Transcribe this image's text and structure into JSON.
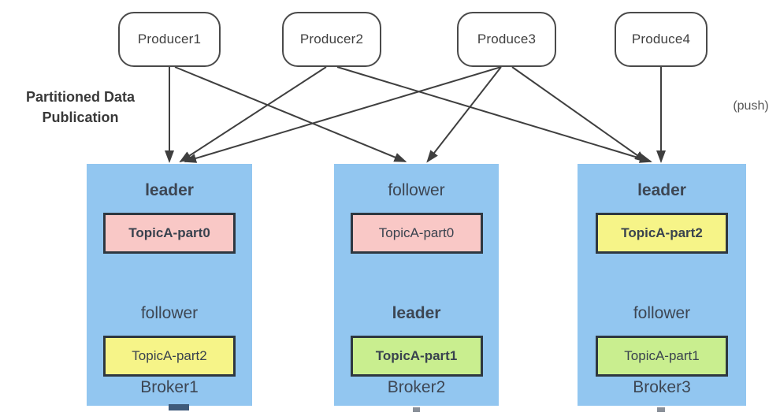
{
  "labels": {
    "partition_title_line1": "Partitioned Data",
    "partition_title_line2": "Publication",
    "push": "(push)"
  },
  "producers": [
    {
      "label": "Producer1"
    },
    {
      "label": "Producer2"
    },
    {
      "label": "Produce3"
    },
    {
      "label": "Produce4"
    }
  ],
  "brokers": [
    {
      "label": "Broker1",
      "sections": [
        {
          "role": "leader",
          "topic": "TopicA-part0",
          "color": "#f9c8c6"
        },
        {
          "role": "follower",
          "topic": "TopicA-part2",
          "color": "#f6f488"
        }
      ]
    },
    {
      "label": "Broker2",
      "sections": [
        {
          "role": "follower",
          "topic": "TopicA-part0",
          "color": "#f9c8c6"
        },
        {
          "role": "leader",
          "topic": "TopicA-part1",
          "color": "#c9ee8f"
        }
      ]
    },
    {
      "label": "Broker3",
      "sections": [
        {
          "role": "leader",
          "topic": "TopicA-part2",
          "color": "#f6f488"
        },
        {
          "role": "follower",
          "topic": "TopicA-part1",
          "color": "#c9ee8f"
        }
      ]
    }
  ],
  "edges": [
    {
      "from": "Producer1",
      "to": "Broker1"
    },
    {
      "from": "Producer1",
      "to": "Broker2"
    },
    {
      "from": "Producer2",
      "to": "Broker1"
    },
    {
      "from": "Producer2",
      "to": "Broker3"
    },
    {
      "from": "Produce3",
      "to": "Broker1"
    },
    {
      "from": "Produce3",
      "to": "Broker2"
    },
    {
      "from": "Produce3",
      "to": "Broker3"
    },
    {
      "from": "Produce4",
      "to": "Broker3"
    }
  ],
  "colors": {
    "broker_fill": "#92c6f0",
    "arrow": "#3f3f3f"
  }
}
